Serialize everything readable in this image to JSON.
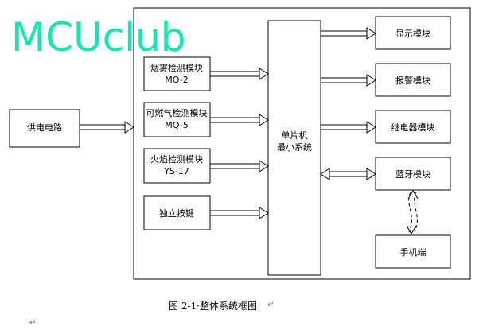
{
  "watermark": "MCUclub",
  "boxes": {
    "power": "供电电路",
    "smoke": [
      "烟雾检测模块",
      "MQ-2"
    ],
    "gas": [
      "可燃气检测模块",
      "MQ-5"
    ],
    "flame": [
      "火焰检测模块",
      "YS-17"
    ],
    "key": "独立按键",
    "mcu": [
      "单片机",
      "最小系统"
    ],
    "display": "显示模块",
    "alarm": "报警模块",
    "relay": "继电器模块",
    "bluetooth": "蓝牙模块",
    "phone": "手机端"
  },
  "caption": "图 2-1·整体系统框图",
  "para_mark": "↵"
}
